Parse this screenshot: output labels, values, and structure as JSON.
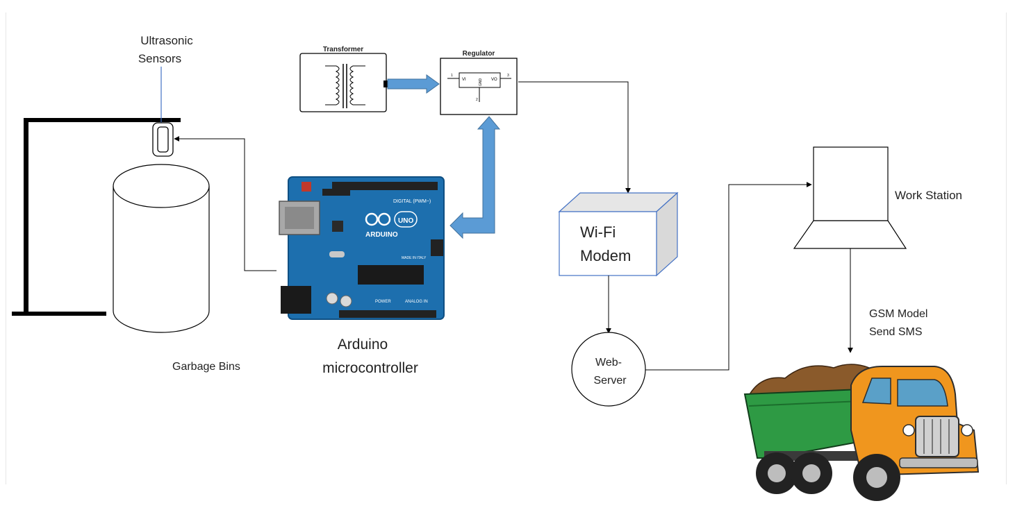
{
  "labels": {
    "ultrasonic_line1": "Ultrasonic",
    "ultrasonic_line2": "Sensors",
    "garbage_bins": "Garbage Bins",
    "arduino_line1": "Arduino",
    "arduino_line2": "microcontroller",
    "transformer": "Transformer",
    "regulator": "Regulator",
    "wifi_line1": "Wi-Fi",
    "wifi_line2": "Modem",
    "webserver_line1": "Web-",
    "webserver_line2": "Server",
    "work_station": "Work Station",
    "gsm_line1": "GSM Model",
    "gsm_line2": "Send SMS"
  },
  "board_text": {
    "brand": "ARDUINO",
    "model": "UNO",
    "digital": "DIGITAL (PWM~)",
    "analog": "ANALOG IN",
    "power": "POWER",
    "country": "MADE IN ITALY"
  },
  "regulator_pins": {
    "vi": "VI",
    "vo": "VO",
    "gnd": "GND",
    "pin1": "1",
    "pin2": "2",
    "pin3": "3"
  },
  "icons": {
    "bin": "garbage-bin-cylinder",
    "sensor": "ultrasonic-sensor",
    "board": "arduino-uno-board",
    "computer": "work-station-monitor",
    "truck": "garbage-dump-truck"
  },
  "colors": {
    "board_blue": "#1d6fae",
    "arrow_blue": "#5b9bd5",
    "truck_orange": "#f0961e",
    "truck_green": "#2e9a44",
    "dirt_brown": "#8a5a2b",
    "box_side": "#d9d9d9"
  }
}
